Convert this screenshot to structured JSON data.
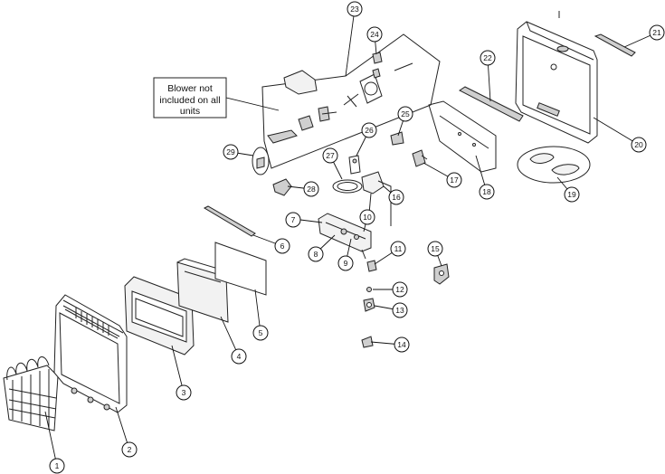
{
  "note": {
    "lines": [
      "Blower not",
      "included on all",
      "units"
    ]
  },
  "callouts": [
    "1",
    "2",
    "3",
    "4",
    "5",
    "6",
    "7",
    "8",
    "9",
    "10",
    "11",
    "12",
    "13",
    "14",
    "15",
    "16",
    "17",
    "18",
    "19",
    "20",
    "21",
    "22",
    "23",
    "24",
    "25",
    "26",
    "27",
    "28",
    "29"
  ]
}
